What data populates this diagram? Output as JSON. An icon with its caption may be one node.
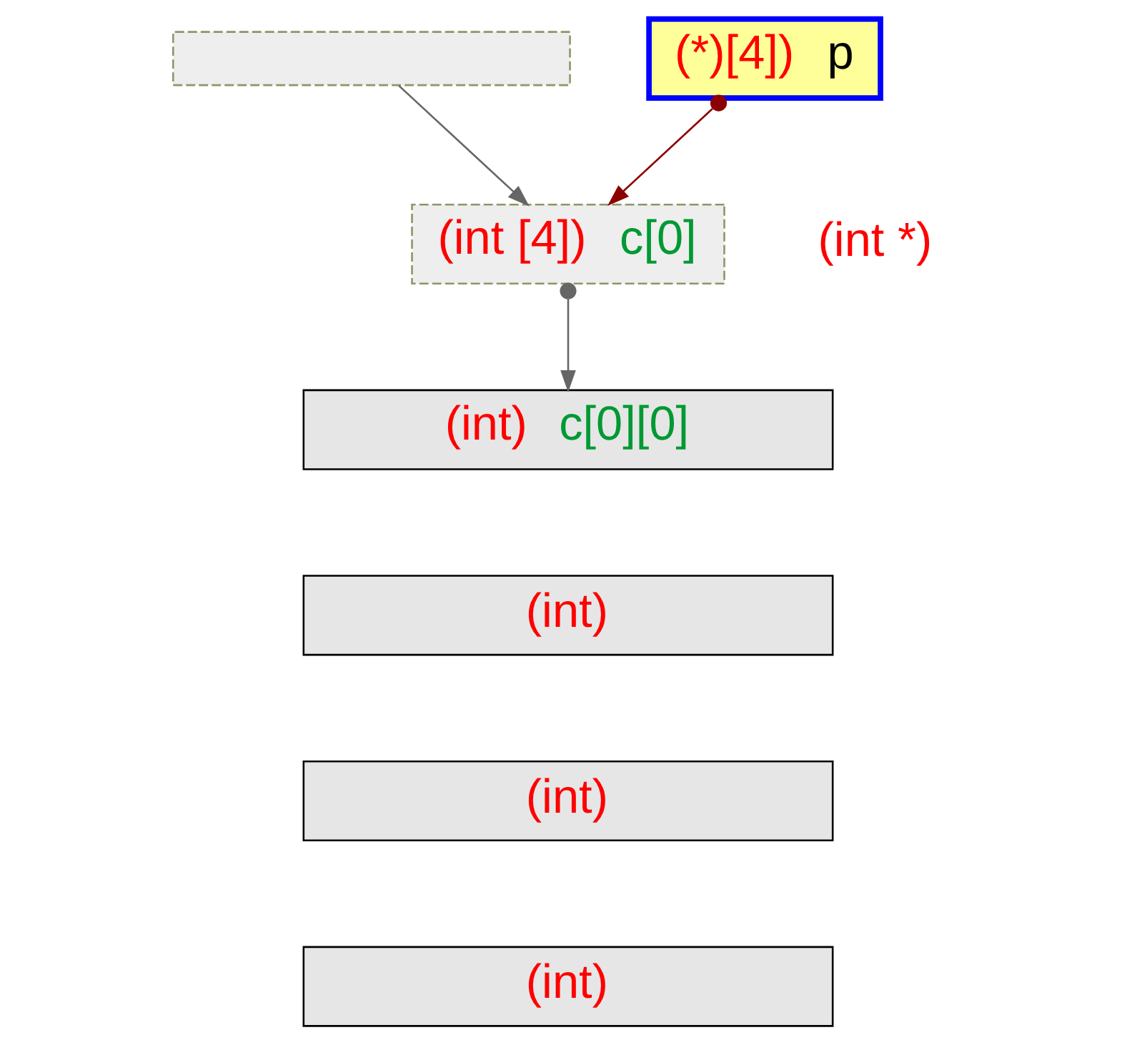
{
  "diagram": {
    "nodes": [
      {
        "text": [],
        "shape": "box"
      },
      {
        "text": [
          "(*)[4])",
          "p"
        ]
      },
      {
        "text": [
          "(int [4])",
          "c[0]"
        ]
      },
      {
        "text": [
          "(int)",
          "c[0][0]"
        ]
      },
      {
        "text": [
          "(int)"
        ]
      },
      {
        "text": [
          "(int)"
        ]
      },
      {
        "text": [
          "(int)"
        ]
      }
    ],
    "edges": [
      {
        "from": 0,
        "to": 2,
        "arrow": "to",
        "color": "#666666"
      },
      {
        "from": 1,
        "to": 2,
        "arrow": "to",
        "color": "#8b0000"
      },
      {
        "from": 2,
        "to": 3,
        "arrow": "to",
        "color": "#666666"
      }
    ],
    "labels": [
      "(int *)"
    ]
  }
}
